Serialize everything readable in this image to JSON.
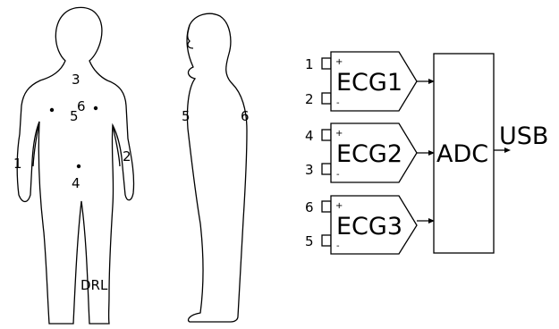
{
  "body_front": {
    "labels": [
      "3",
      "5",
      "6",
      "1",
      "2",
      "4",
      "DRL"
    ]
  },
  "body_side": {
    "labels": [
      "5",
      "6"
    ]
  },
  "amplifiers": [
    {
      "name": "ECG1",
      "plus_input": "1",
      "minus_input": "2",
      "plus_sign": "+",
      "minus_sign": "-"
    },
    {
      "name": "ECG2",
      "plus_input": "4",
      "minus_input": "3",
      "plus_sign": "+",
      "minus_sign": "-"
    },
    {
      "name": "ECG3",
      "plus_input": "6",
      "minus_input": "5",
      "plus_sign": "+",
      "minus_sign": "-"
    }
  ],
  "adc": {
    "label": "ADC"
  },
  "output": {
    "label": "USB"
  }
}
